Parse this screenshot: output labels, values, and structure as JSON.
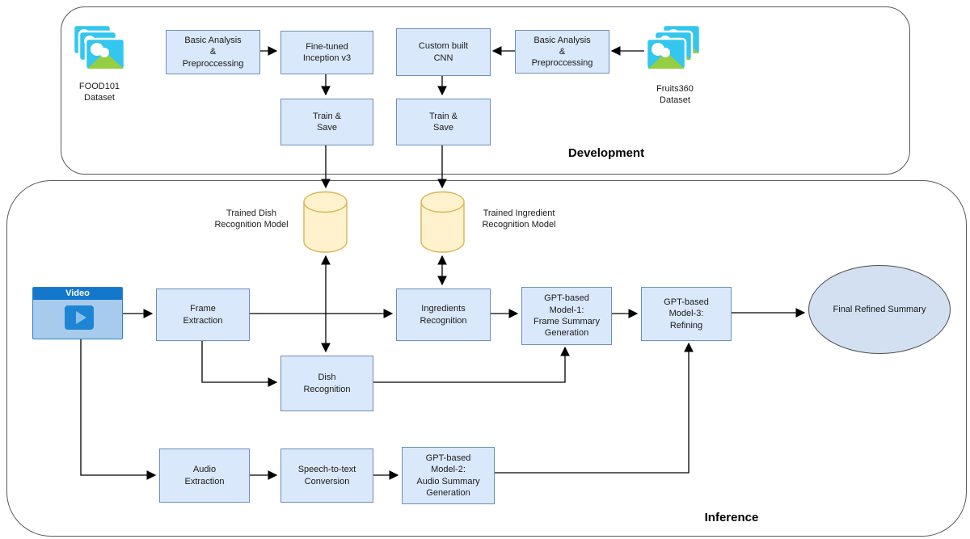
{
  "diagram": {
    "development": {
      "section_label": "Development",
      "food101_label": "FOOD101\nDataset",
      "fruits360_label": "Fruits360\nDataset",
      "basic_analysis_left": "Basic Analysis\n&\nPreproccessing",
      "fine_tuned_inception": "Fine-tuned\nInception v3",
      "custom_built_cnn": "Custom built\nCNN",
      "basic_analysis_right": "Basic Analysis\n&\nPreproccessing",
      "train_save_left": "Train &\nSave",
      "train_save_right": "Train &\nSave"
    },
    "models": {
      "dish_model_label": "Trained Dish\nRecognition Model",
      "ingredient_model_label": "Trained Ingredient\nRecognition Model"
    },
    "inference": {
      "section_label": "Inference",
      "video_label": "Video",
      "frame_extraction": "Frame\nExtraction",
      "ingredients_recognition": "Ingredients\nRecognition",
      "gpt_model_1": "GPT-based\nModel-1:\nFrame Summary\nGeneration",
      "gpt_model_3": "GPT-based\nModel-3:\nRefining",
      "final_summary": "Final Refined Summary",
      "dish_recognition": "Dish\nRecognition",
      "audio_extraction": "Audio\nExtraction",
      "speech_to_text": "Speech-to-text\nConversion",
      "gpt_model_2": "GPT-based\nModel-2:\nAudio Summary\nGeneration"
    },
    "colors": {
      "process_box_fill": "#dae8fc",
      "process_box_border": "#6c8ebf",
      "database_fill": "#fff2cc",
      "database_border": "#d6b656",
      "video_blue": "#1377cc",
      "dataset_cyan": "#33c6ee",
      "dataset_green": "#94cf43",
      "container_border": "#595959",
      "arrow_color": "#000000"
    }
  }
}
